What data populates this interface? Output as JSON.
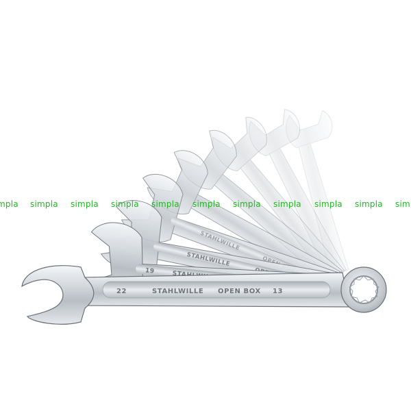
{
  "product": {
    "brand_mark": "STAHLWILLE",
    "model_mark": "OPEN BOX",
    "model_number": "13",
    "front_size_mark": "22",
    "second_size_mark": "19",
    "metal_color": "#c9ced3"
  },
  "watermark": {
    "text": "simpla",
    "color": "#1fb81f"
  }
}
